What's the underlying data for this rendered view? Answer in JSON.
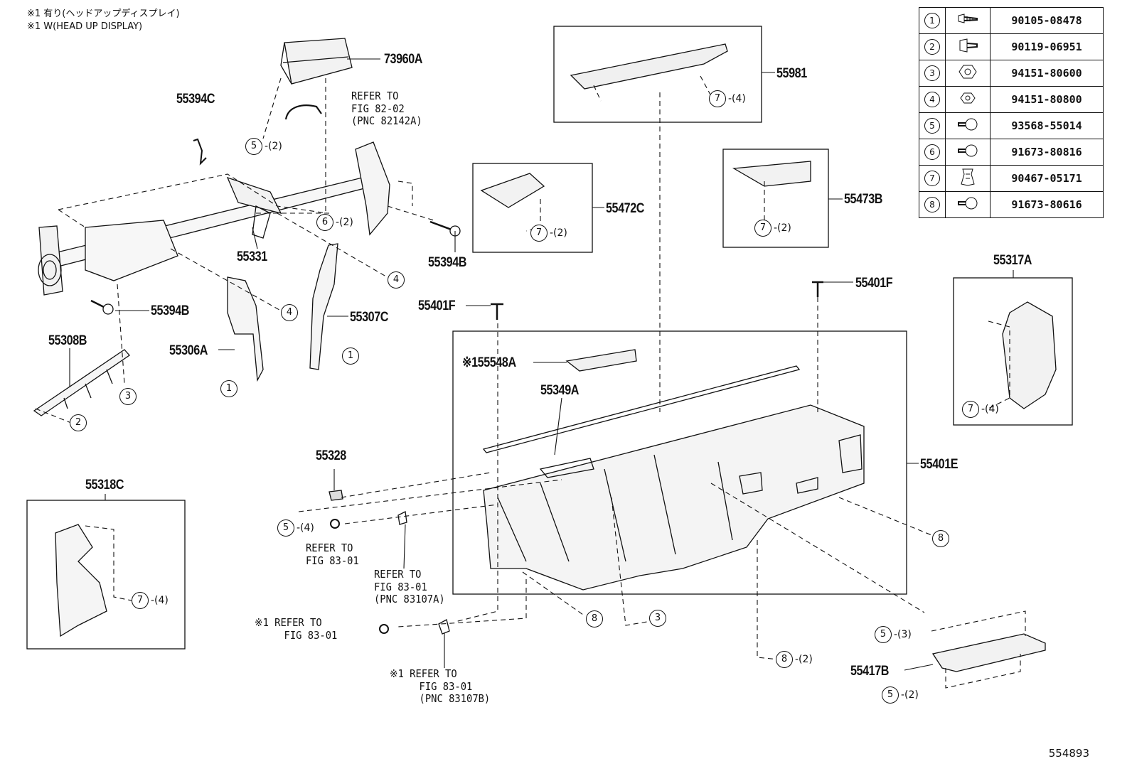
{
  "notes": {
    "line1": "※1 有り(ヘッドアップディスプレイ)",
    "line2": "※1 W(HEAD UP DISPLAY)"
  },
  "parts_table": [
    {
      "no": "1",
      "icon": "bolt-icon",
      "part": "90105-08478"
    },
    {
      "no": "2",
      "icon": "bolt-icon",
      "part": "90119-06951"
    },
    {
      "no": "3",
      "icon": "nut-icon",
      "part": "94151-80600"
    },
    {
      "no": "4",
      "icon": "nut-icon",
      "part": "94151-80800"
    },
    {
      "no": "5",
      "icon": "screw-icon",
      "part": "93568-55014"
    },
    {
      "no": "6",
      "icon": "screw-icon",
      "part": "91673-80816"
    },
    {
      "no": "7",
      "icon": "clip-icon",
      "part": "90467-05171"
    },
    {
      "no": "8",
      "icon": "screw-icon",
      "part": "91673-80616"
    }
  ],
  "labels": {
    "p73960A": "73960A",
    "p55394C": "55394C",
    "p55331": "55331",
    "p55394B_a": "55394B",
    "p55394B_b": "55394B",
    "p55308B": "55308B",
    "p55306A": "55306A",
    "p55307C": "55307C",
    "p55981": "55981",
    "p55472C": "55472C",
    "p55473B": "55473B",
    "p55317A": "55317A",
    "p55401F_a": "55401F",
    "p55401F_b": "55401F",
    "p55548A": "※155548A",
    "p55349A": "55349A",
    "p55401E": "55401E",
    "p55328": "55328",
    "p55318C": "55318C",
    "p55417B": "55417B"
  },
  "refs": {
    "r1": "REFER TO\nFIG 82-02\n(PNC 82142A)",
    "r2": "REFER TO\nFIG 83-01",
    "r3": "REFER TO\nFIG 83-01\n(PNC 83107A)",
    "r4": "※1 REFER TO\n     FIG 83-01",
    "r5": "※1 REFER TO\n     FIG 83-01\n     (PNC 83107B)"
  },
  "callouts": [
    {
      "n": "5",
      "q": "-(2)"
    },
    {
      "n": "6",
      "q": "-(2)"
    },
    {
      "n": "4",
      "q": ""
    },
    {
      "n": "4",
      "q": ""
    },
    {
      "n": "1",
      "q": ""
    },
    {
      "n": "1",
      "q": ""
    },
    {
      "n": "3",
      "q": ""
    },
    {
      "n": "2",
      "q": ""
    },
    {
      "n": "7",
      "q": "-(4)"
    },
    {
      "n": "7",
      "q": "-(2)"
    },
    {
      "n": "7",
      "q": "-(2)"
    },
    {
      "n": "7",
      "q": "-(4)"
    },
    {
      "n": "7",
      "q": "-(4)"
    },
    {
      "n": "5",
      "q": "-(4)"
    },
    {
      "n": "8",
      "q": ""
    },
    {
      "n": "8",
      "q": ""
    },
    {
      "n": "3",
      "q": ""
    },
    {
      "n": "8",
      "q": "-(2)"
    },
    {
      "n": "5",
      "q": "-(3)"
    },
    {
      "n": "5",
      "q": "-(2)"
    }
  ],
  "figure_number": "554893"
}
